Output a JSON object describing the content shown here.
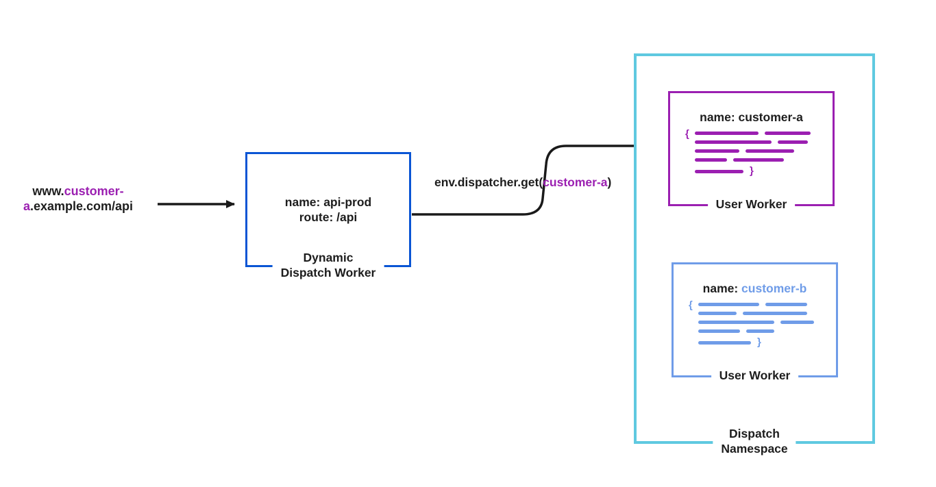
{
  "colors": {
    "blue": "#0a55d4",
    "purple": "#9b1fb1",
    "lightblue": "#6f9ce8",
    "cyan": "#5fc9e0",
    "text": "#1d1d1d",
    "arrow": "#1a1a1a"
  },
  "request_url": {
    "part1": "www.",
    "part2": "customer-",
    "part3": "a",
    "part4": ".example.com/api"
  },
  "dispatch_worker": {
    "name_line": "name: api-prod",
    "route_line": "route: /api",
    "label_line1": "Dynamic",
    "label_line2": "Dispatch Worker"
  },
  "dispatch_call": {
    "prefix": "env.dispatcher.get(",
    "arg": "customer-a",
    "suffix": ")"
  },
  "namespace": {
    "label_line1": "Dispatch",
    "label_line2": "Namespace"
  },
  "worker_a": {
    "name_prefix": "name: ",
    "name_value": "customer-a",
    "label": "User Worker",
    "brace_open": "{",
    "brace_close": "}"
  },
  "worker_b": {
    "name_prefix": "name: ",
    "name_value": "customer-b",
    "label": "User Worker",
    "brace_open": "{",
    "brace_close": "}"
  }
}
